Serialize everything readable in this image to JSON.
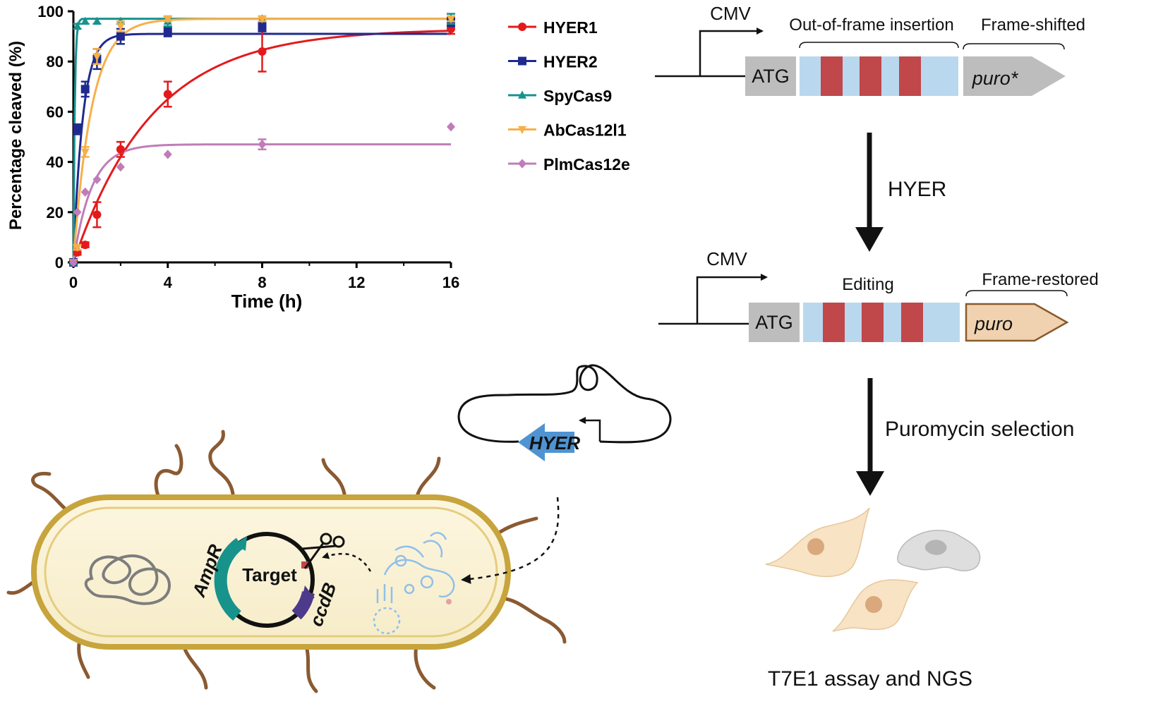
{
  "colors": {
    "hyer1": "#e31a1c",
    "hyer2": "#1f2a8f",
    "spycas9": "#17938c",
    "abcas12l1": "#f6b04a",
    "plmcas12e": "#c07cb8",
    "gene_box": "#bdbdbd",
    "insert_region": "#b9d8ee",
    "spacer_block": "#c0474a",
    "puro_restored": "#f0d2b0",
    "hyer_arrow": "#4f93d2",
    "ampR": "#17938c",
    "ccdB": "#4e3a8a",
    "target_text": "#8b1c1c"
  },
  "chart_data": {
    "type": "scatter",
    "xlabel": "Time (h)",
    "ylabel": "Percentage cleaved (%)",
    "xlim": [
      0,
      16
    ],
    "ylim": [
      0,
      100
    ],
    "xticks": [
      "0",
      "4",
      "8",
      "12",
      "16"
    ],
    "yticks": [
      "0",
      "20",
      "40",
      "60",
      "80",
      "100"
    ],
    "grid": false,
    "legend_position": "right",
    "series": [
      {
        "name": "HYER1",
        "marker": "circle",
        "color_key": "hyer1",
        "x": [
          0,
          0.167,
          0.5,
          1,
          2,
          4,
          8,
          16
        ],
        "y": [
          0,
          4,
          7,
          19,
          45,
          67,
          84,
          93
        ],
        "err": [
          0,
          1,
          1,
          5,
          3,
          5,
          8,
          2
        ],
        "fit": {
          "plateau": 93,
          "k": 0.3
        }
      },
      {
        "name": "HYER2",
        "marker": "square",
        "color_key": "hyer2",
        "x": [
          0,
          0.167,
          0.5,
          1,
          2,
          4,
          8,
          16
        ],
        "y": [
          0,
          53,
          69,
          81,
          90,
          92,
          94,
          96
        ],
        "err": [
          0,
          2,
          3,
          4,
          3,
          2,
          2,
          2
        ],
        "fit": {
          "plateau": 91,
          "k": 2.5
        }
      },
      {
        "name": "SpyCas9",
        "marker": "triangle-up",
        "color_key": "spycas9",
        "x": [
          0,
          0.167,
          0.5,
          1,
          2,
          4,
          8,
          16
        ],
        "y": [
          0,
          94,
          96,
          96,
          96,
          96,
          97,
          97
        ],
        "err": [
          0,
          1,
          1,
          1,
          1,
          2,
          1,
          2
        ],
        "fit": {
          "plateau": 97,
          "k": 18
        }
      },
      {
        "name": "AbCas12l1",
        "marker": "triangle-down",
        "color_key": "abcas12l1",
        "x": [
          0,
          0.167,
          0.5,
          1,
          2,
          4,
          8,
          16
        ],
        "y": [
          0,
          6,
          44,
          82,
          94,
          97,
          97,
          97
        ],
        "err": [
          0,
          1,
          2,
          3,
          2,
          1,
          1,
          1
        ],
        "fit": {
          "plateau": 97,
          "k": 1.3
        }
      },
      {
        "name": "PlmCas12e",
        "marker": "diamond",
        "color_key": "plmcas12e",
        "x": [
          0,
          0.167,
          0.5,
          1,
          2,
          4,
          8,
          16
        ],
        "y": [
          0,
          20,
          28,
          33,
          38,
          43,
          47,
          54
        ],
        "err": [
          0,
          0,
          0,
          0,
          0,
          0,
          2,
          0
        ],
        "fit": {
          "plateau": 47,
          "k": 1.3
        }
      }
    ]
  },
  "reporter": {
    "promoter": "CMV",
    "start_codon": "ATG",
    "before": {
      "insertion_label": "Out-of-frame insertion",
      "shift_label": "Frame-shifted",
      "gene_label": "puro*"
    },
    "step1_label": "HYER",
    "after": {
      "editing_label": "Editing",
      "restored_label": "Frame-restored",
      "gene_label": "puro"
    },
    "step2_label": "Puromycin selection",
    "result_label": "T7E1 assay and NGS"
  },
  "bacterial_assay": {
    "hyer_gene": "HYER",
    "target_label": "Target",
    "ampR_label": "AmpR",
    "ccdB_label": "ccdB"
  }
}
